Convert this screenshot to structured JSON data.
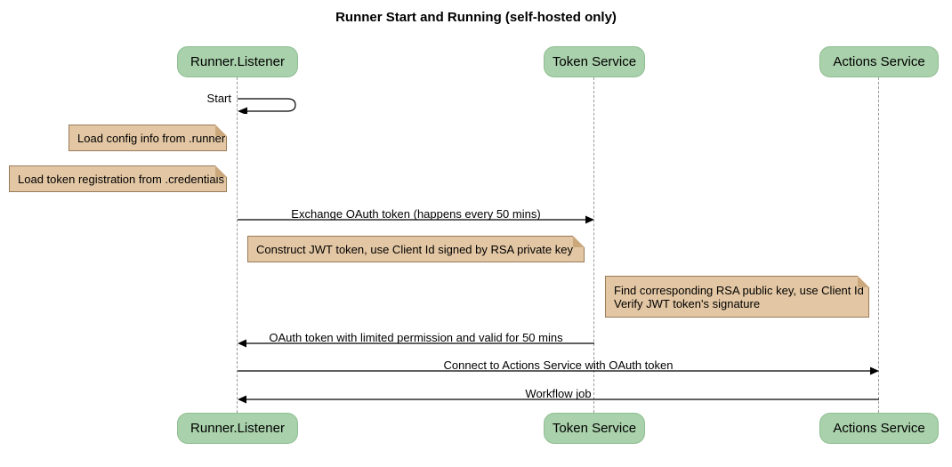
{
  "title": "Runner Start and Running (self-hosted only)",
  "participants": [
    {
      "label": "Runner.Listener"
    },
    {
      "label": "Token Service"
    },
    {
      "label": "Actions Service"
    }
  ],
  "messages": [
    {
      "label": "Start",
      "type": "self",
      "from": "Runner.Listener",
      "to": "Runner.Listener"
    },
    {
      "label": "Exchange OAuth token (happens every 50 mins)",
      "from": "Runner.Listener",
      "to": "Token Service"
    },
    {
      "label": "OAuth token with limited permission and valid for 50 mins",
      "from": "Token Service",
      "to": "Runner.Listener"
    },
    {
      "label": "Connect to Actions Service with OAuth token",
      "from": "Runner.Listener",
      "to": "Actions Service"
    },
    {
      "label": "Workflow job",
      "from": "Actions Service",
      "to": "Runner.Listener"
    }
  ],
  "notes": [
    {
      "lines": [
        "Load config info from .runner"
      ],
      "over": "Runner.Listener"
    },
    {
      "lines": [
        "Load token registration from .credentials"
      ],
      "over": "Runner.Listener"
    },
    {
      "lines": [
        "Construct JWT token, use Client Id signed by RSA private key"
      ],
      "over": "Runner.Listener, Token Service"
    },
    {
      "lines": [
        "Find corresponding RSA public key, use Client Id",
        "Verify JWT token's signature"
      ],
      "over": "Token Service, Actions Service"
    }
  ],
  "colors": {
    "participant_fill": "#A9D1AB",
    "participant_border": "#8FBE91",
    "note_fill": "#E3C7A4",
    "note_border": "#9A7B59",
    "lifeline": "#999999",
    "text": "#000000",
    "background": "#FFFFFF"
  }
}
